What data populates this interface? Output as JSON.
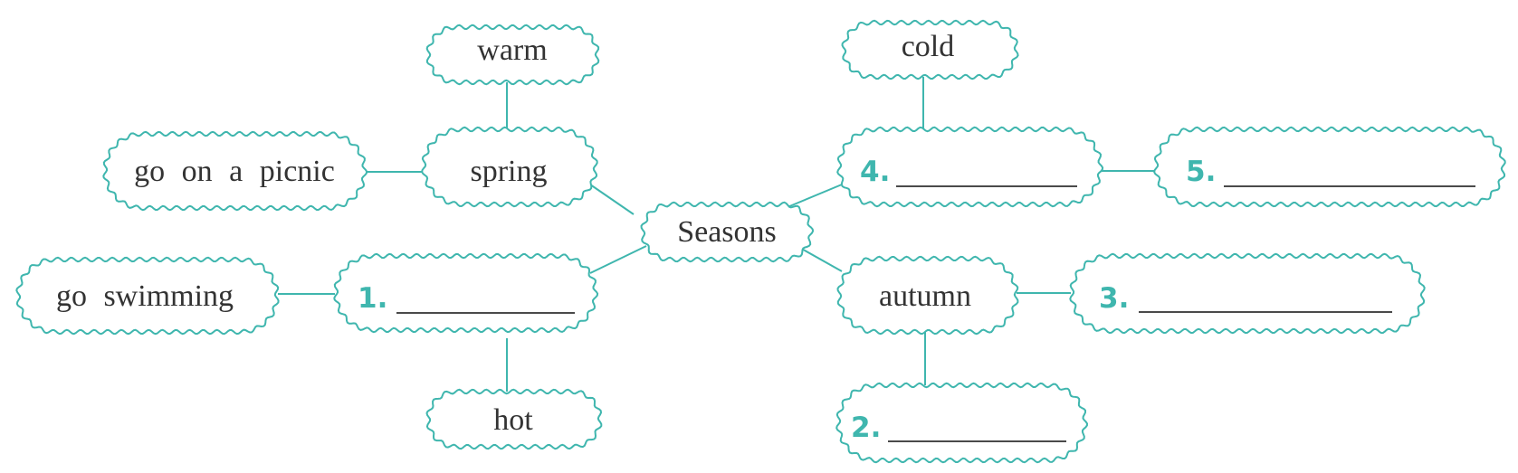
{
  "colors": {
    "accent": "#3fb6ae",
    "text": "#333333"
  },
  "center": {
    "label": "Seasons"
  },
  "nodes": {
    "spring": {
      "label": "spring"
    },
    "summer": {
      "number": "1."
    },
    "autumn": {
      "label": "autumn"
    },
    "winter": {
      "number": "4."
    },
    "warm": {
      "label": "warm"
    },
    "picnic": {
      "label": "go on a picnic"
    },
    "swimming": {
      "label": "go swimming"
    },
    "hot": {
      "label": "hot"
    },
    "cold": {
      "label": "cold"
    },
    "blank2": {
      "number": "2."
    },
    "blank3": {
      "number": "3."
    },
    "blank5": {
      "number": "5."
    }
  }
}
